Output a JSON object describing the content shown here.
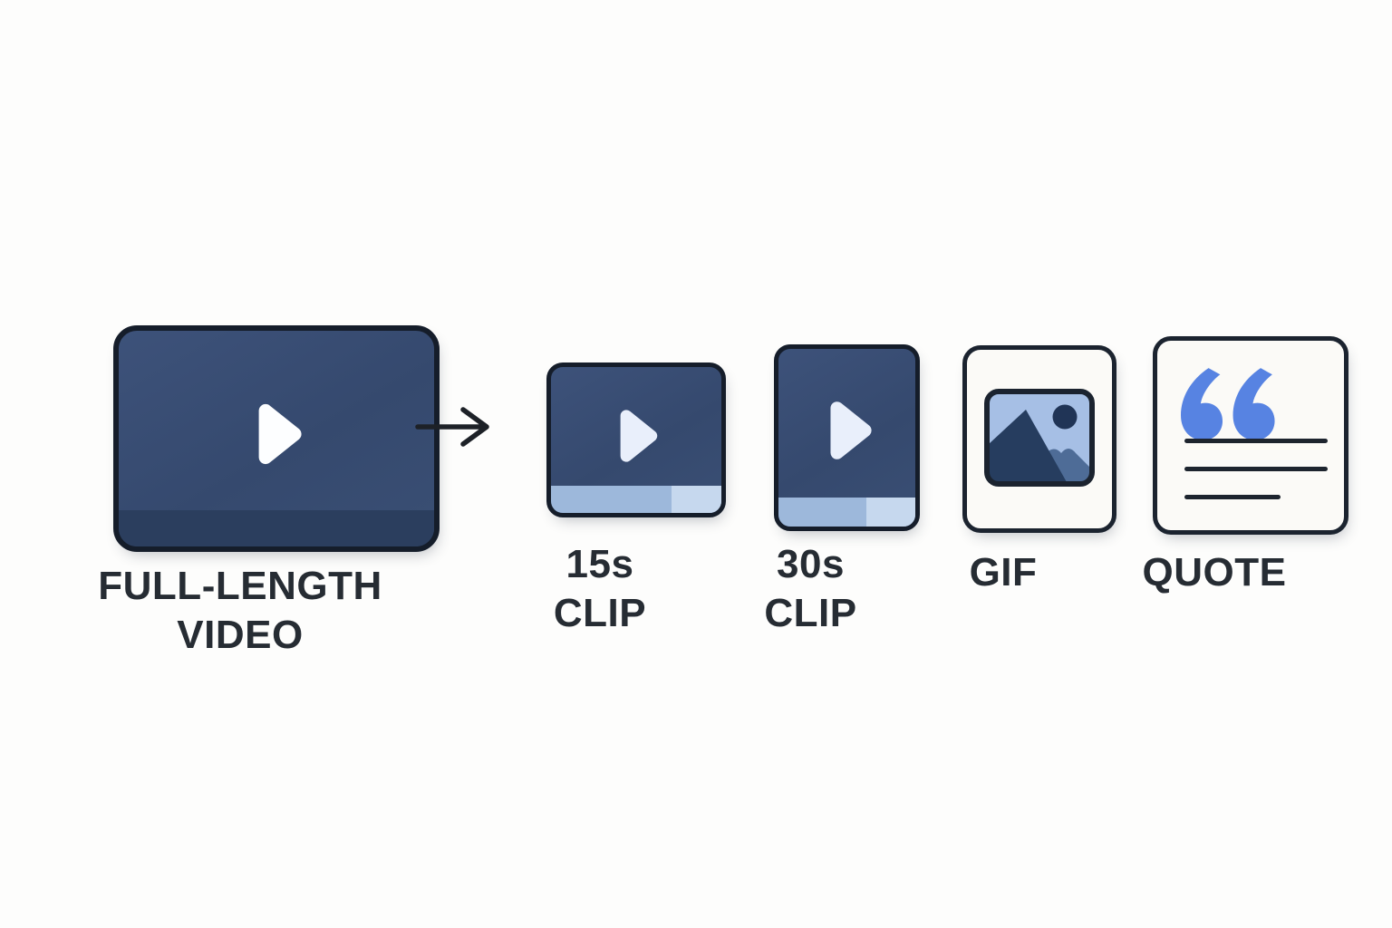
{
  "cards": {
    "full_video": {
      "line1": "FULL-LENGTH",
      "line2": "VIDEO",
      "icon": "play-icon"
    },
    "clip_15s": {
      "line1": "15s",
      "line2": "CLIP",
      "icon": "play-icon"
    },
    "clip_30s": {
      "line1": "30s",
      "line2": "CLIP",
      "icon": "play-icon"
    },
    "gif": {
      "line1": "GIF",
      "icon": "image-icon"
    },
    "quote": {
      "line1": "QUOTE",
      "icon": "quote-icon"
    }
  },
  "arrow": {
    "icon": "arrow-right-icon"
  },
  "colors": {
    "bg": "#fdfdfc",
    "navy": "#35496e",
    "navy-light": "#3d527a",
    "navy-band": "#2b3e5e",
    "outline": "#151d2a",
    "bar-left": "#9db8db",
    "bar-right": "#c6d8ee",
    "play-white": "#fdfeff",
    "play-tint": "#e9effb",
    "paper": "#fbfaf7",
    "paper-outline": "#1b232f",
    "icon-bg": "#a6bfe5",
    "icon-dark": "#203456",
    "icon-mountain": "#263d5f",
    "icon-mid": "#4e6c97",
    "quote-blue": "#5783e2",
    "ink": "#1d242e",
    "label": "#262c33",
    "arrow-ink": "#1d2127"
  }
}
